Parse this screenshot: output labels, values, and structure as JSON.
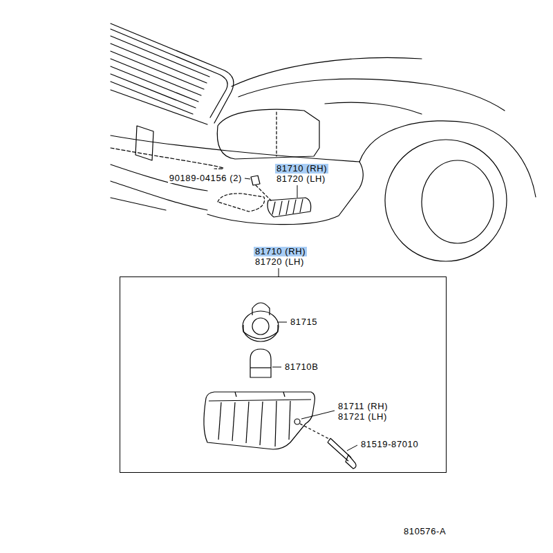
{
  "diagram": {
    "nodes": [
      {
        "text": [
          "81710 (RH)",
          "81720 (LH)"
        ]
      }
    ],
    "labels": [
      "81710 (RH)",
      "81720 (LH)",
      "90189-04156 (2)",
      "81715",
      "81710B",
      "81711 (RH)",
      "81721 (LH)",
      "81519-87010",
      "810576-A"
    ]
  }
}
